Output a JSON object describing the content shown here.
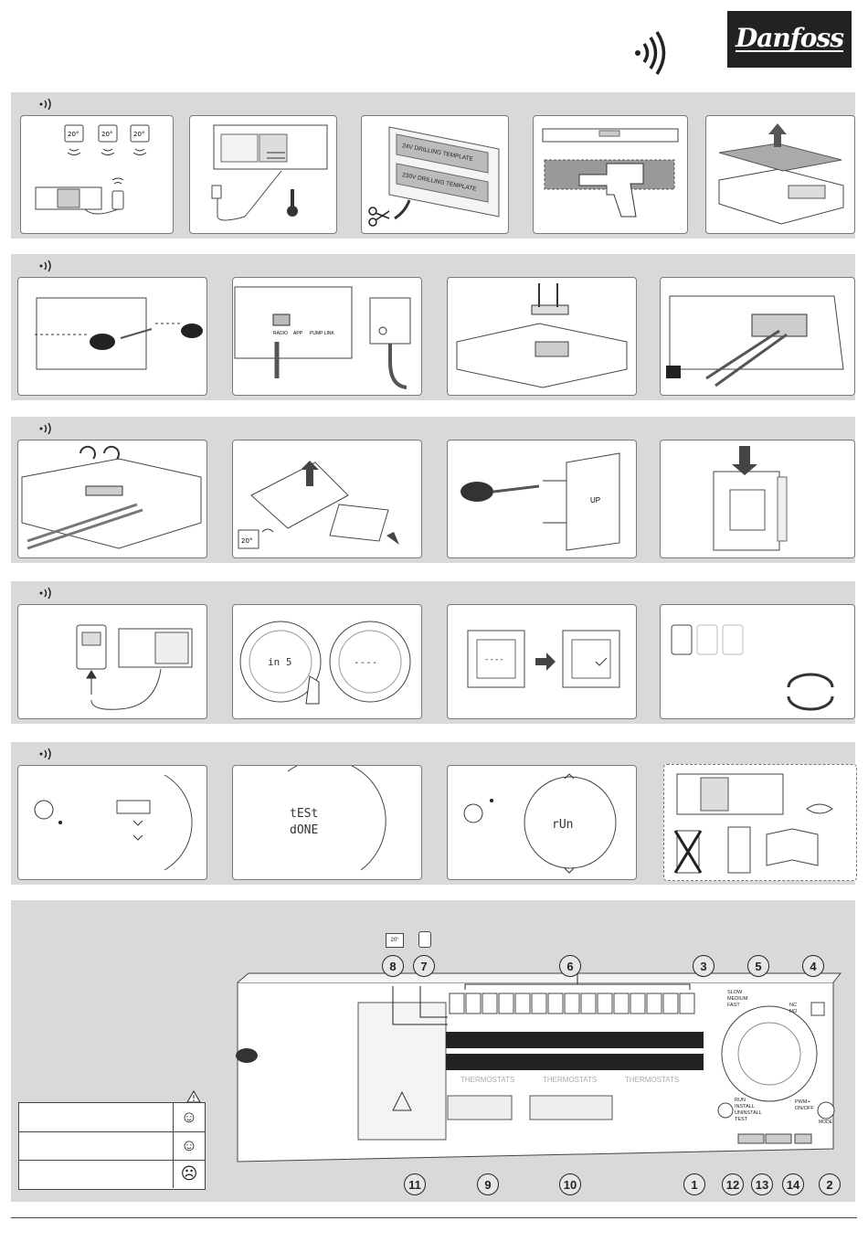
{
  "brand": {
    "logo_text": "Danfoss"
  },
  "sections": [
    {
      "id": "s1",
      "panels": [
        {
          "id": "thermostats",
          "labels": [
            "20°",
            "20°",
            "20°"
          ]
        },
        {
          "id": "controller-power"
        },
        {
          "id": "drilling-template",
          "labels": [
            "24V DRILLING TEMPLATE",
            "230V DRILLING TEMPLATE"
          ]
        },
        {
          "id": "drilling",
          "labels": []
        },
        {
          "id": "lid-removal"
        }
      ]
    },
    {
      "id": "s2",
      "panels": [
        {
          "id": "screw-cover"
        },
        {
          "id": "radio-antenna",
          "labels": [
            "RADIO",
            "APP",
            "PUMP LINK"
          ]
        },
        {
          "id": "cable-bracket"
        },
        {
          "id": "wiring"
        }
      ]
    },
    {
      "id": "s3",
      "panels": [
        {
          "id": "cable-clamp"
        },
        {
          "id": "thermostat-back",
          "labels": [
            "20°"
          ]
        },
        {
          "id": "wall-plate",
          "labels": [
            "UP"
          ]
        },
        {
          "id": "mount-thermostat"
        }
      ]
    },
    {
      "id": "s4",
      "panels": [
        {
          "id": "app-connect"
        },
        {
          "id": "dial-install",
          "labels": [
            "in 5",
            "----"
          ]
        },
        {
          "id": "thermostat-pair",
          "labels": [
            "----"
          ]
        },
        {
          "id": "sensor-cycle"
        }
      ]
    },
    {
      "id": "s5",
      "panels": [
        {
          "id": "test-menu"
        },
        {
          "id": "test-done",
          "labels": [
            "tESt",
            "dONE"
          ]
        },
        {
          "id": "run-mode",
          "labels": [
            "rUn"
          ]
        },
        {
          "id": "warning-box"
        }
      ]
    }
  ],
  "overview": {
    "top_labels": [
      "20°"
    ],
    "sections_labels": [
      "THERMOSTATS",
      "THERMOSTATS",
      "THERMOSTATS"
    ],
    "speed_labels": [
      "SLOW",
      "MEDIUM",
      "FAST"
    ],
    "nc_no": [
      "NC",
      "NO"
    ],
    "mode_labels": [
      "RUN",
      "INSTALL",
      "UNINSTALL",
      "TEST"
    ],
    "pwm_labels": [
      "PWM+",
      "ON/OFF"
    ],
    "mode_button": "MODE",
    "callouts_top": [
      "8",
      "7",
      "6",
      "3",
      "5",
      "4"
    ],
    "callouts_bottom": [
      "11",
      "9",
      "10",
      "1",
      "12",
      "13",
      "14",
      "2"
    ],
    "status_faces": [
      "☺",
      "☺",
      "☹"
    ]
  }
}
